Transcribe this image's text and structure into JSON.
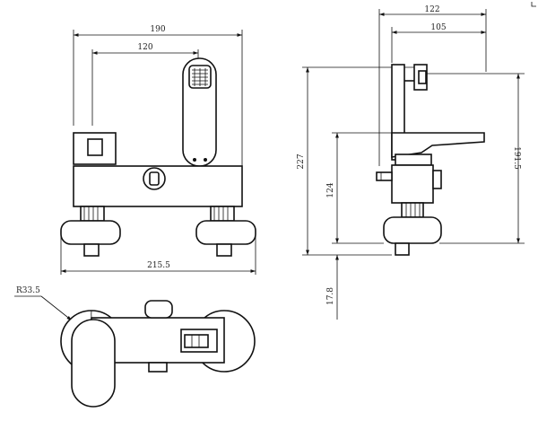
{
  "dimensions": {
    "front_width_top": "190",
    "front_spout_offset": "120",
    "front_width_bottom": "215.5",
    "side_width_top": "122",
    "side_spout_offset": "105",
    "side_height_total": "227",
    "side_height_spout": "191.5",
    "side_height_lever": "124",
    "side_base": "17.8",
    "top_radius": "R33.5"
  }
}
